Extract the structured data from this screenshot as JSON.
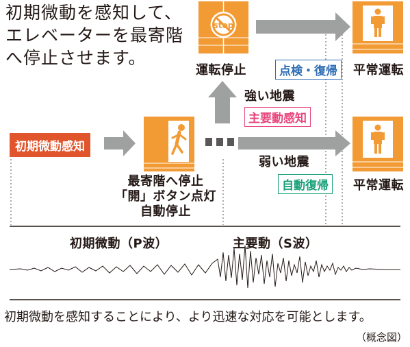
{
  "intro": {
    "lines": [
      "初期微動を感知して、",
      "エレベーターを最寄階",
      "へ停止させます。"
    ]
  },
  "trigger_label": "初期微動感知",
  "nearest_floor": {
    "lines": [
      "最寄階へ停止",
      "「開」ボタン点灯",
      "自動停止"
    ]
  },
  "strong": {
    "quake_label": "強い地震",
    "detect_label": "主要動感知",
    "stop_label": "運転停止",
    "stop_sign_text": "stop",
    "inspect_label": "点検・復帰",
    "resume_label": "平常運転"
  },
  "weak": {
    "quake_label": "弱い地震",
    "auto_label": "自動復帰",
    "resume_label": "平常運転"
  },
  "waves": {
    "p_wave": "初期微動（P波）",
    "s_wave": "主要動（S波）"
  },
  "footer": {
    "caption": "初期微動を感知することにより、より迅速な対応を可能とします。",
    "note": "（概念図）"
  },
  "colors": {
    "orange": "#f29a33",
    "red_tag": "#e0552c",
    "gray_arrow": "#9fa0a0",
    "pink": "#e8467c",
    "blue": "#2f6eb5",
    "green": "#1aa17a"
  },
  "icons": [
    "stop-sign-icon",
    "running-person-icon",
    "standing-person-icon",
    "elevator-door-icon"
  ]
}
